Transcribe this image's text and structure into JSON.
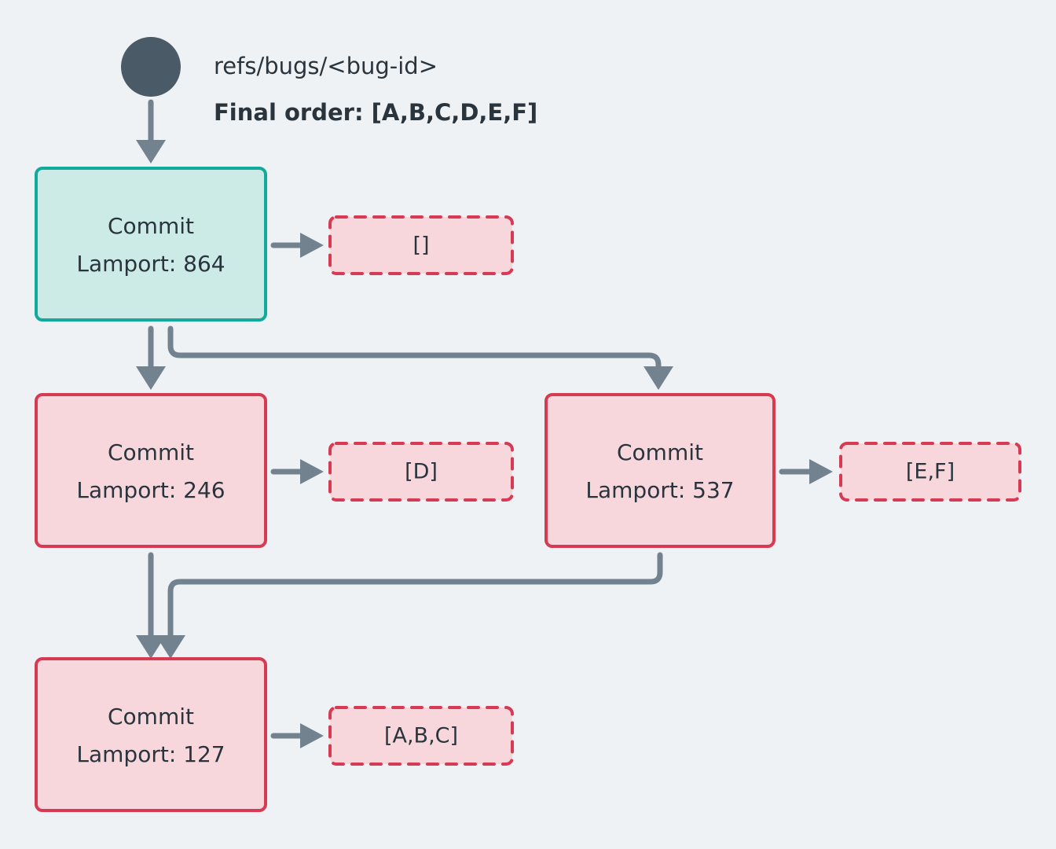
{
  "diagram": {
    "title_ref": "refs/bugs/<bug-id>",
    "final_order": "Final order: [A,B,C,D,E,F]",
    "background_color": "#eff2f5",
    "colors": {
      "root_dot": "#4a5a66",
      "edge": "#73828f",
      "teal_fill": "#ccebe7",
      "teal_border": "#13aa9b",
      "pink_fill": "#f7d7dc",
      "pink_border": "#d63b53",
      "text": "#29343d"
    },
    "root": {
      "name": "root-node-dot"
    },
    "nodes": [
      {
        "id": "commit-864",
        "line1": "Commit",
        "line2": "Lamport: 864",
        "style": "teal",
        "queue": "[]"
      },
      {
        "id": "commit-246",
        "line1": "Commit",
        "line2": "Lamport: 246",
        "style": "pink",
        "queue": "[D]"
      },
      {
        "id": "commit-537",
        "line1": "Commit",
        "line2": "Lamport: 537",
        "style": "pink",
        "queue": "[E,F]"
      },
      {
        "id": "commit-127",
        "line1": "Commit",
        "line2": "Lamport: 127",
        "style": "pink",
        "queue": "[A,B,C]"
      }
    ]
  }
}
